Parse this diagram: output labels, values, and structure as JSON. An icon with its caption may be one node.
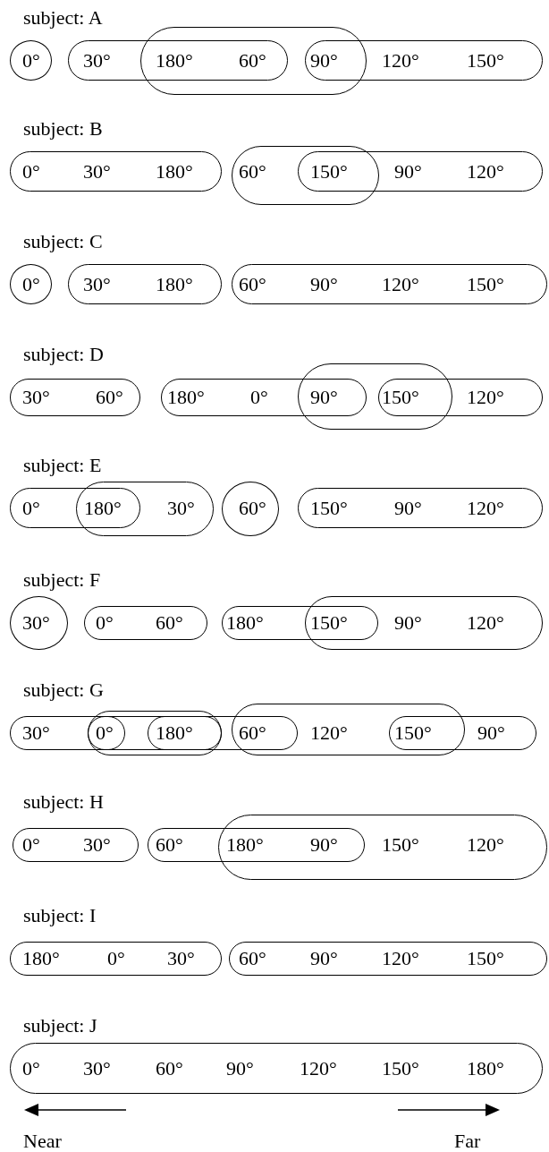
{
  "diagram": {
    "nodes": [
      {
        "text": [],
        "shape": "circle"
      },
      {
        "text": [],
        "shape": "ellipse"
      },
      {
        "text": [],
        "shape": "ellipse"
      },
      {
        "text": [],
        "shape": "ellipse"
      },
      {
        "text": [],
        "shape": "ellipse"
      },
      {
        "text": [],
        "shape": "ellipse"
      },
      {
        "text": [],
        "shape": "ellipse"
      },
      {
        "text": [],
        "shape": "circle"
      },
      {
        "text": [],
        "shape": "ellipse"
      },
      {
        "text": [],
        "shape": "ellipse"
      },
      {
        "text": [],
        "shape": "ellipse"
      },
      {
        "text": [],
        "shape": "ellipse"
      },
      {
        "text": [],
        "shape": "ellipse"
      },
      {
        "text": [],
        "shape": "ellipse"
      },
      {
        "text": [],
        "shape": "ellipse"
      },
      {
        "text": [],
        "shape": "ellipse"
      },
      {
        "text": [],
        "shape": "circle"
      },
      {
        "text": [],
        "shape": "ellipse"
      },
      {
        "text": [],
        "shape": "circle"
      },
      {
        "text": [],
        "shape": "ellipse"
      },
      {
        "text": [],
        "shape": "ellipse"
      },
      {
        "text": [],
        "shape": "ellipse"
      },
      {
        "text": [],
        "shape": "ellipse"
      },
      {
        "text": [],
        "shape": "ellipse"
      },
      {
        "text": [],
        "shape": "ellipse"
      },
      {
        "text": [],
        "shape": "ellipse"
      },
      {
        "text": [],
        "shape": "ellipse"
      },
      {
        "text": [],
        "shape": "ellipse"
      },
      {
        "text": [],
        "shape": "ellipse"
      },
      {
        "text": [],
        "shape": "ellipse"
      },
      {
        "text": [],
        "shape": "ellipse"
      },
      {
        "text": [],
        "shape": "ellipse"
      },
      {
        "text": [],
        "shape": "ellipse"
      },
      {
        "text": [],
        "shape": "ellipse"
      }
    ],
    "labels": [
      "subject: A",
      "0°",
      "30°",
      "180°",
      "60°",
      "90°",
      "120°",
      "150°",
      "subject: B",
      "0°",
      "30°",
      "180°",
      "60°",
      "150°",
      "90°",
      "120°",
      "subject: C",
      "0°",
      "30°",
      "180°",
      "60°",
      "90°",
      "120°",
      "150°",
      "subject: D",
      "30°",
      "60°",
      "180°",
      "0°",
      "90°",
      "150°",
      "120°",
      "subject: E",
      "0°",
      "180°",
      "30°",
      "60°",
      "150°",
      "90°",
      "120°",
      "subject: F",
      "30°",
      "0°",
      "60°",
      "180°",
      "150°",
      "90°",
      "120°",
      "subject: G",
      "30°",
      "0°",
      "180°",
      "60°",
      "120°",
      "150°",
      "90°",
      "subject: H",
      "0°",
      "30°",
      "60°",
      "180°",
      "90°",
      "150°",
      "120°",
      "subject: I",
      "180°",
      "0°",
      "30°",
      "60°",
      "90°",
      "120°",
      "150°",
      "subject: J",
      "0°",
      "30°",
      "60°",
      "90°",
      "120°",
      "150°",
      "180°",
      "Near",
      "Far"
    ]
  }
}
